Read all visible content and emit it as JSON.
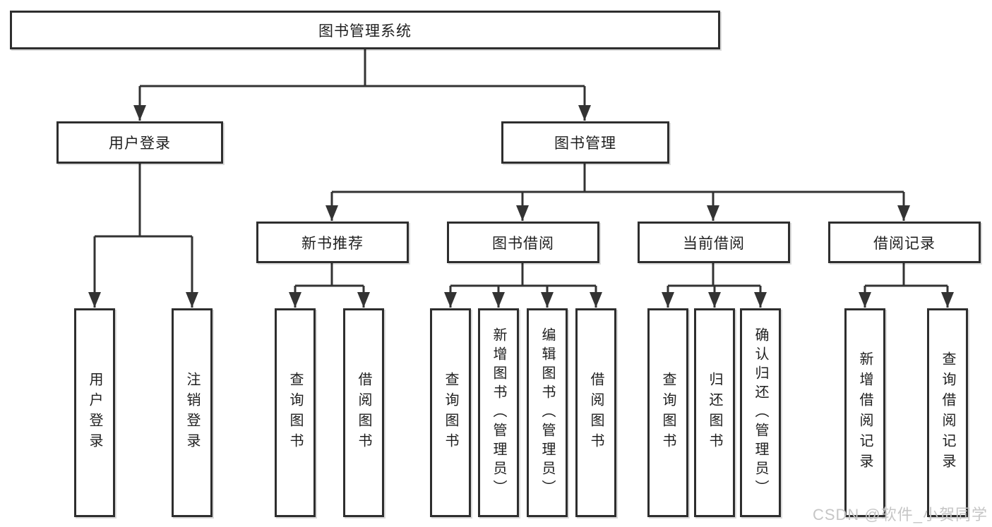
{
  "tree": {
    "root": {
      "label": "图书管理系统",
      "children": [
        {
          "label": "用户登录",
          "children": [
            {
              "label": "用户登录"
            },
            {
              "label": "注销登录"
            }
          ]
        },
        {
          "label": "图书管理",
          "children": [
            {
              "label": "新书推荐",
              "children": [
                {
                  "label": "查询图书"
                },
                {
                  "label": "借阅图书"
                }
              ]
            },
            {
              "label": "图书借阅",
              "children": [
                {
                  "label": "查询图书"
                },
                {
                  "label": "新增图书（管理员）"
                },
                {
                  "label": "编辑图书（管理员）"
                },
                {
                  "label": "借阅图书"
                }
              ]
            },
            {
              "label": "当前借阅",
              "children": [
                {
                  "label": "查询图书"
                },
                {
                  "label": "归还图书"
                },
                {
                  "label": "确认归还（管理员）"
                }
              ]
            },
            {
              "label": "借阅记录",
              "children": [
                {
                  "label": "新增借阅记录"
                },
                {
                  "label": "查询借阅记录"
                }
              ]
            }
          ]
        }
      ]
    }
  },
  "watermark": "CSDN @软件_小贺同学",
  "colors": {
    "line": "#333333",
    "border": "#2e2e2e",
    "text": "#1f1f1f",
    "background": "#ffffff",
    "watermark": "#c6c6c6"
  }
}
